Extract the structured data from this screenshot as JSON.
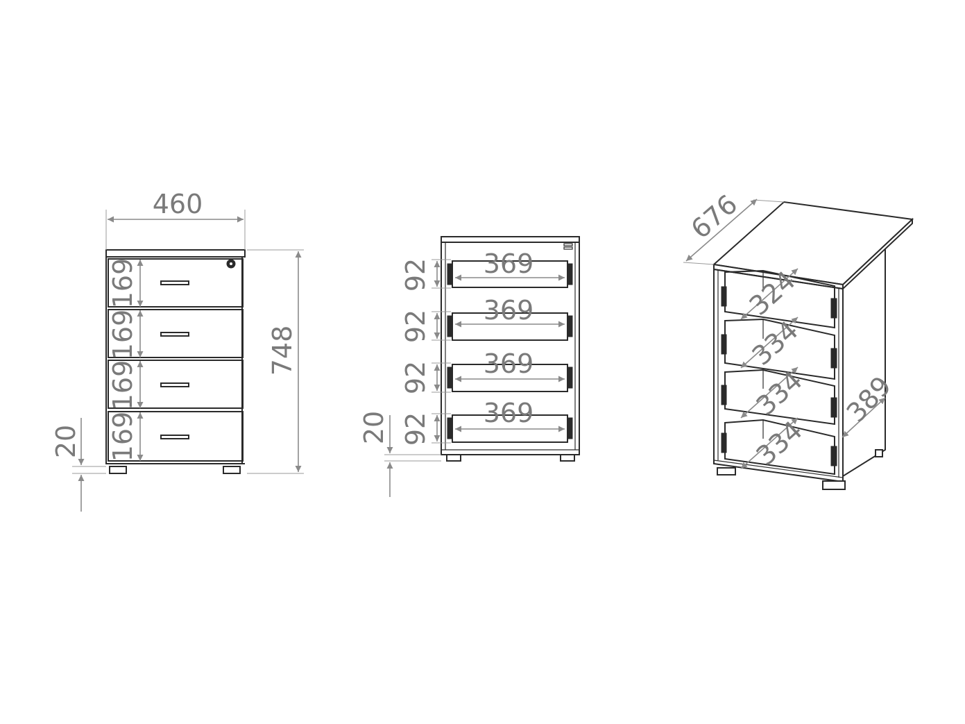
{
  "colors": {
    "ink": "#2a2a2a",
    "dimension": "#8a8a8a",
    "background": "#ffffff"
  },
  "front_view": {
    "width_label": "460",
    "height_label": "748",
    "drawer_labels": [
      "169",
      "169",
      "169",
      "169"
    ],
    "plinth_label": "20"
  },
  "open_view": {
    "inner_width_labels": [
      "369",
      "369",
      "369",
      "369"
    ],
    "drawer_height_labels": [
      "92",
      "92",
      "92",
      "92"
    ],
    "plinth_label": "20"
  },
  "perspective_view": {
    "depth_label": "676",
    "drawer_depth_labels": [
      "324",
      "334",
      "334",
      "334"
    ],
    "side_label": "389"
  }
}
